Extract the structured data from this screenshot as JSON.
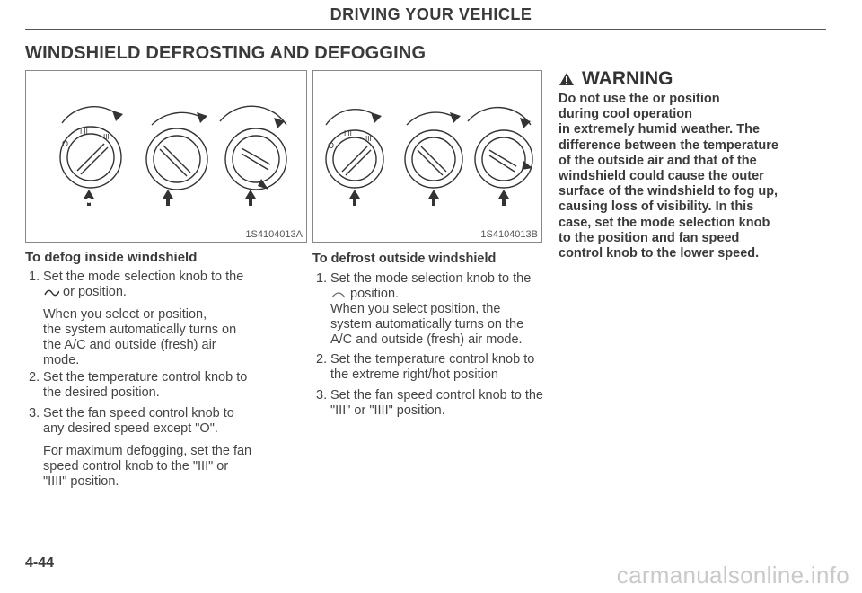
{
  "header": {
    "title": "DRIVING YOUR VEHICLE"
  },
  "section": {
    "title": "WINDSHIELD DEFROSTING AND DEFOGGING"
  },
  "figures": [
    {
      "code": "1S4104013A"
    },
    {
      "code": "1S4104013B"
    }
  ],
  "left_column": {
    "title": "To defog inside windshield",
    "items": [
      {
        "num": "1.",
        "lines": [
          "Set the mode selection knob to the",
          "or position."
        ],
        "para2": [
          "When you select or position,",
          "the system automatically turns on",
          "the A/C and outside (fresh) air",
          "mode."
        ]
      },
      {
        "num": "2.",
        "lines": [
          "Set the temperature control knob to",
          "the desired position."
        ]
      },
      {
        "num": "3.",
        "lines": [
          "Set the fan speed control knob to",
          "any desired speed except \"O\"."
        ]
      }
    ],
    "note": [
      "For maximum defogging, set the fan",
      "speed control knob to the \"III\" or",
      "\"IIII\" position."
    ]
  },
  "middle_column": {
    "title": "To defrost outside windshield",
    "items": [
      {
        "num": "1.",
        "lines": [
          "Set the mode selection knob to the",
          "position.",
          "When you select position, the",
          "system automatically turns on the",
          "A/C and outside (fresh) air mode."
        ]
      },
      {
        "num": "2.",
        "lines": [
          "Set the temperature control knob to",
          "the extreme right/hot position"
        ]
      },
      {
        "num": "3.",
        "lines": [
          "Set the fan speed control knob to the",
          "\"III\" or \"IIII\" position."
        ]
      }
    ]
  },
  "warning": {
    "title": "WARNING",
    "lines": [
      "Do not use the or position",
      "during cool operation",
      "in extremely humid weather. The",
      "difference between the temperature",
      "of the outside air and that of the",
      "windshield could cause the outer",
      "surface of the windshield to fog up,",
      "causing loss of visibility. In this",
      "case, set the mode selection knob",
      "to the position and fan speed",
      "control knob to the lower speed."
    ]
  },
  "footer": {
    "page": "4-44",
    "watermark": "carmanualsonline.info"
  }
}
